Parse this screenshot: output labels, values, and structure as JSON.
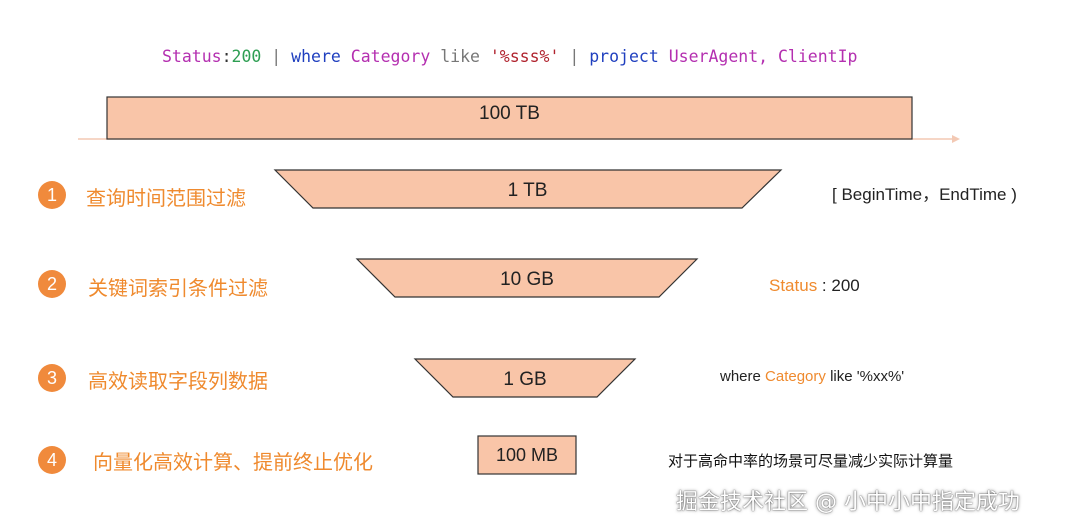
{
  "query": {
    "part_status": "Status",
    "part_colon": ":",
    "part_200": "200",
    "part_pipe1": " | ",
    "part_where": "where",
    "part_space1": " ",
    "part_category": "Category",
    "part_like": " like ",
    "part_str": "'%sss%'",
    "part_pipe2": " | ",
    "part_project": "project",
    "part_space2": " ",
    "part_fields": "UserAgent, ClientIp"
  },
  "levels": [
    {
      "size": "100 TB"
    },
    {
      "size": "1 TB"
    },
    {
      "size": "10 GB"
    },
    {
      "size": "1 GB"
    },
    {
      "size": "100 MB"
    }
  ],
  "steps": [
    {
      "num": "1",
      "label": "查询时间范围过滤"
    },
    {
      "num": "2",
      "label": "关键词索引条件过滤"
    },
    {
      "num": "3",
      "label": "高效读取字段列数据"
    },
    {
      "num": "4",
      "label": "向量化高效计算、提前终止优化"
    }
  ],
  "notes": {
    "n1": "[ BeginTime，EndTime )",
    "n2_orange": "Status",
    "n2_rest": " : 200",
    "n3_pre": "where ",
    "n3_orange": "Category",
    "n3_rest": " like '%xx%'",
    "n4": "对于高命中率的场景可尽量减少实际计算量"
  },
  "watermark": "掘金技术社区 @ 小中小中指定成功",
  "colors": {
    "shape_fill": "#f9c5a8",
    "shape_stroke": "#333333",
    "accent_orange": "#ef8a2e",
    "arrow_line": "#f3c9b4"
  }
}
